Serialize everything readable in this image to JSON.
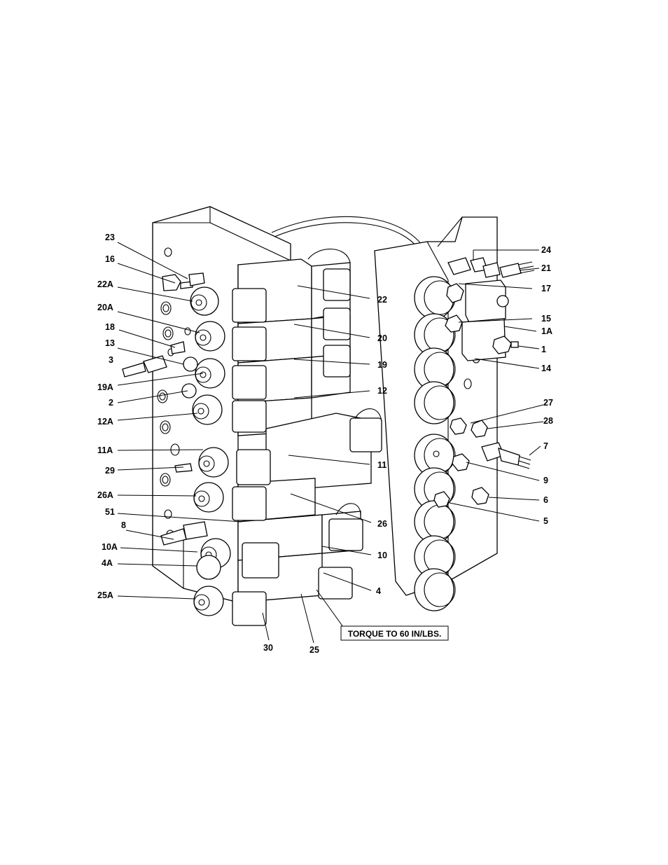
{
  "diagram": {
    "callouts": {
      "c23": "23",
      "c16": "16",
      "c22A": "22A",
      "c20A": "20A",
      "c18": "18",
      "c13": "13",
      "c3": "3",
      "c19A": "19A",
      "c2": "2",
      "c12A": "12A",
      "c11A": "11A",
      "c29": "29",
      "c26A": "26A",
      "c51": "51",
      "c8": "8",
      "c10A": "10A",
      "c4A": "4A",
      "c25A": "25A",
      "c30": "30",
      "c25": "25",
      "c22": "22",
      "c20": "20",
      "c19": "19",
      "c12": "12",
      "c11": "11",
      "c26": "26",
      "c10": "10",
      "c4": "4",
      "c24": "24",
      "c21": "21",
      "c17": "17",
      "c15": "15",
      "c1A": "1A",
      "c1": "1",
      "c14": "14",
      "c27": "27",
      "c28": "28",
      "c7": "7",
      "c9": "9",
      "c6": "6",
      "c5": "5"
    },
    "torque_note": "TORQUE TO 60 IN/LBS."
  }
}
